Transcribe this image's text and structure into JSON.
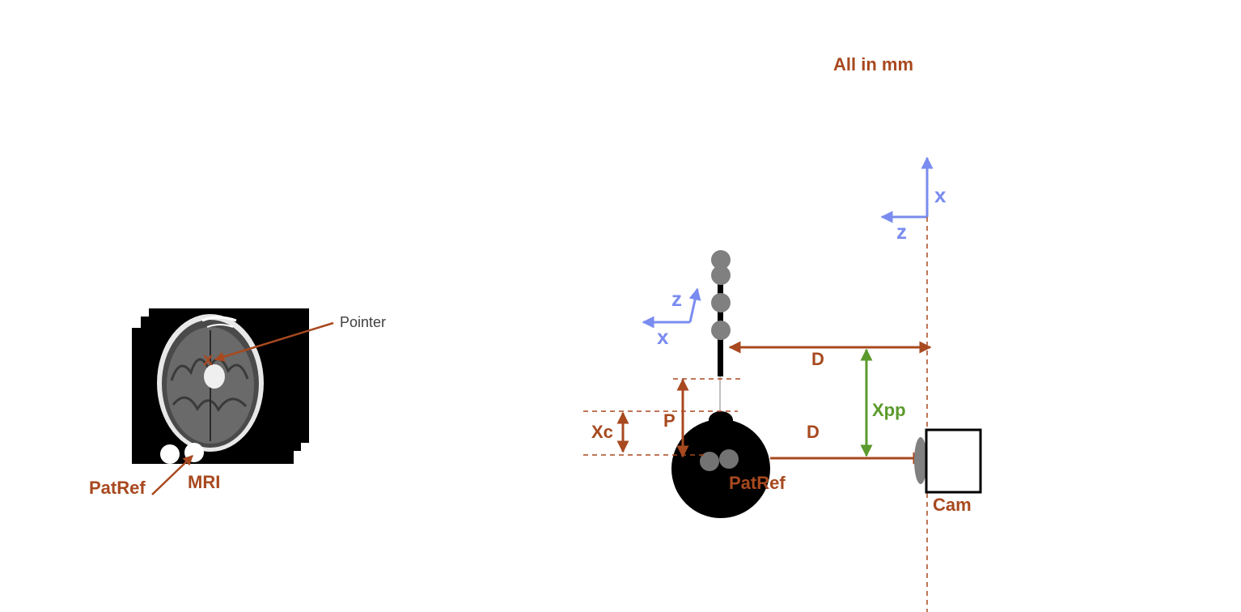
{
  "title": "All in mm",
  "mri": {
    "pointer_label": "Pointer",
    "patref_label": "PatRef",
    "mri_label": "MRI",
    "pointer_mark": "x"
  },
  "axes_pointer": {
    "z": "z",
    "x": "x"
  },
  "axes_camera": {
    "x": "x",
    "z": "z"
  },
  "measurements": {
    "d_top": "D",
    "d_bottom": "D",
    "xpp": "Xpp",
    "p": "P",
    "xc": "Xc"
  },
  "scene": {
    "patref_label": "PatRef",
    "cam_label": "Cam"
  },
  "colors": {
    "brown": "#a8491f",
    "blue": "#7a8cf0",
    "green": "#5b9a2c"
  }
}
